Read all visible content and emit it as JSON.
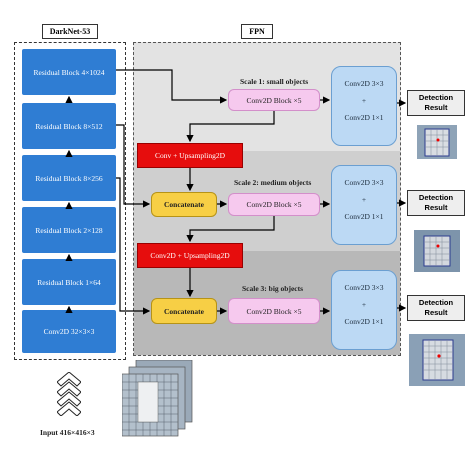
{
  "headers": {
    "darknet": "DarkNet-53",
    "fpn": "FPN"
  },
  "darknet_blocks": [
    "Residual Block 4×1024",
    "Residual Block 8×512",
    "Residual Block 8×256",
    "Residual Block 2×128",
    "Residual Block 1×64",
    "Conv2D 32×3×3"
  ],
  "upsample_labels": [
    "Conv + Upsampling2D",
    "Conv2D + Upsampling2D"
  ],
  "concat_label": "Concatenate",
  "conv_block_label": "Conv2D Block ×5",
  "scales": [
    "Scale 1: small objects",
    "Scale 2: medium objects",
    "Scale 3: big objects"
  ],
  "conv_stack": {
    "top": "Conv2D 3×3",
    "plus": "+",
    "bottom": "Conv2D 1×1"
  },
  "detection": {
    "line1": "Detection",
    "line2": "Result"
  },
  "input_label": "Input 416×416×3",
  "colors": {
    "residual": "#2f7dd3",
    "upsample": "#e60d0d",
    "concatenate": "#f7cf45",
    "conv_block": "#f6c9ee",
    "conv_stack": "#bcd9f4",
    "fpn_bg": "#e3e3e3"
  }
}
